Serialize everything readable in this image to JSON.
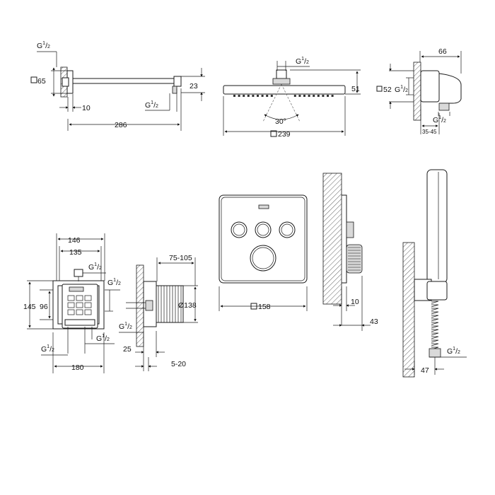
{
  "thread_label": "G",
  "thread_num": "1",
  "thread_den": "2",
  "views": {
    "shower_arm": {
      "flange_size": "65",
      "length": "286",
      "offset": "10",
      "height": "23"
    },
    "head_shower": {
      "height": "51",
      "angle": "30°",
      "width": "239"
    },
    "wall_outlet": {
      "width": "66",
      "height": "52",
      "depth": "35-45"
    },
    "rough_in_front": {
      "width_outer": "146",
      "width_inner": "135",
      "height_outer": "145",
      "height_inner": "96",
      "width_bottom": "180"
    },
    "rough_in_side": {
      "depth_range": "75-105",
      "diameter": "Ø138",
      "depth_front": "25",
      "depth_back": "5-20"
    },
    "trim_plate": {
      "width": "158"
    },
    "trim_side": {
      "depth_wall": "10",
      "depth_total": "43"
    },
    "hand_shower": {
      "offset": "47"
    }
  }
}
